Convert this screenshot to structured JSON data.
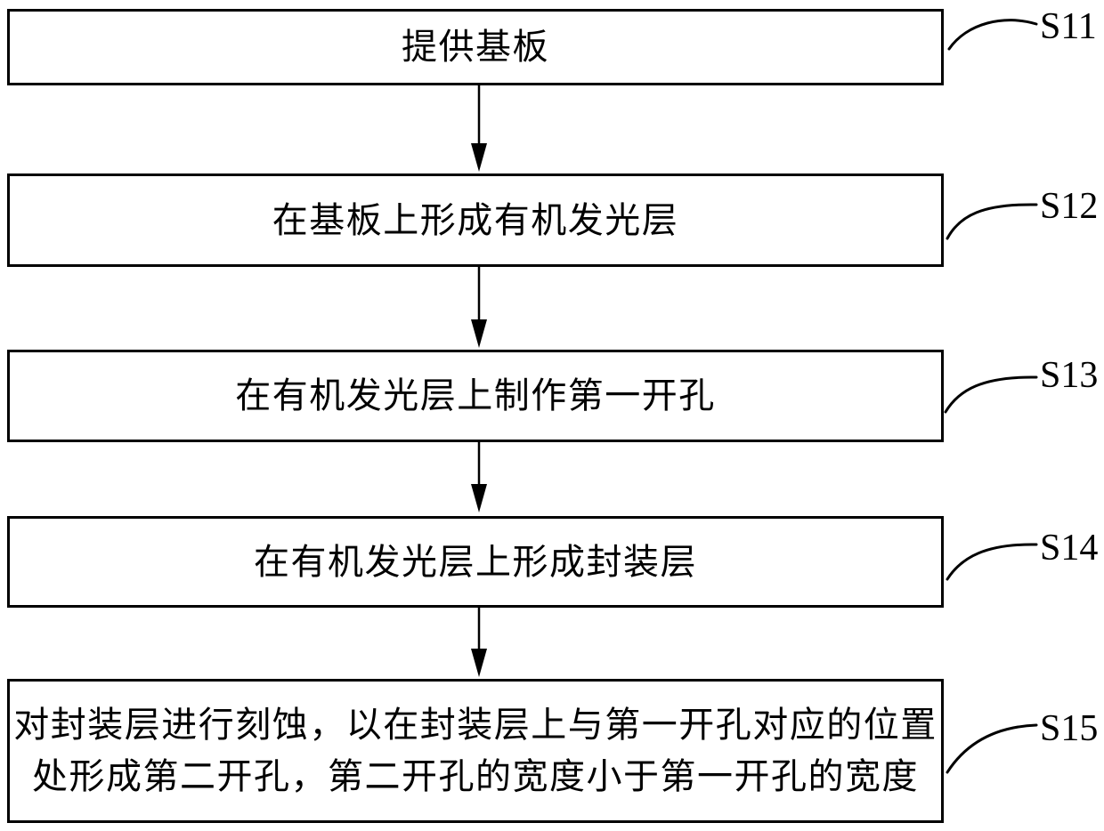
{
  "figure": {
    "type": "flowchart",
    "background_color": "#ffffff",
    "line_color": "#000000",
    "steps": [
      {
        "id": "S11",
        "lines": [
          "提供基板"
        ]
      },
      {
        "id": "S12",
        "lines": [
          "在基板上形成有机发光层"
        ]
      },
      {
        "id": "S13",
        "lines": [
          "在有机发光层上制作第一开孔"
        ]
      },
      {
        "id": "S14",
        "lines": [
          "在有机发光层上形成封装层"
        ]
      },
      {
        "id": "S15",
        "lines": [
          "对封装层进行刻蚀，以在封装层上与第一开孔对应的位置",
          "处形成第二开孔，第二开孔的宽度小于第一开孔的宽度"
        ]
      }
    ]
  }
}
